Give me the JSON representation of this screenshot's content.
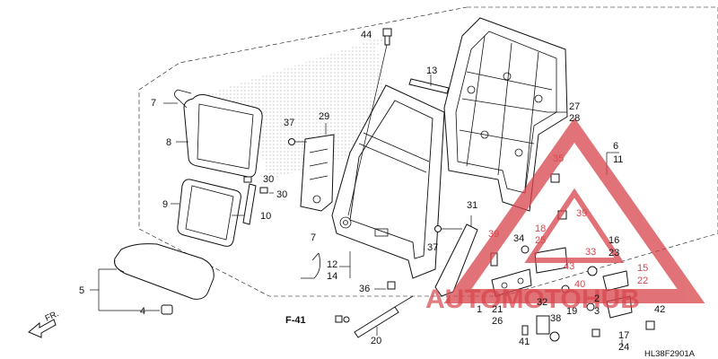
{
  "diagram": {
    "ref_label": "F-41",
    "direction_label": "FR.",
    "drawing_code": "HL38F2901A",
    "watermark_text": "AUTOMOTOHUB",
    "watermark_color": "#d8454b",
    "callouts": [
      {
        "id": "c44",
        "text": "44"
      },
      {
        "id": "c13",
        "text": "13"
      },
      {
        "id": "c7a",
        "text": "7"
      },
      {
        "id": "c8",
        "text": "8"
      },
      {
        "id": "c37a",
        "text": "37"
      },
      {
        "id": "c29",
        "text": "29"
      },
      {
        "id": "c27",
        "text": "27"
      },
      {
        "id": "c28",
        "text": "28"
      },
      {
        "id": "c6",
        "text": "6"
      },
      {
        "id": "c11",
        "text": "11"
      },
      {
        "id": "c35",
        "text": "35"
      },
      {
        "id": "c30a",
        "text": "30"
      },
      {
        "id": "c30b",
        "text": "30"
      },
      {
        "id": "c9",
        "text": "9"
      },
      {
        "id": "c10",
        "text": "10"
      },
      {
        "id": "c31",
        "text": "31"
      },
      {
        "id": "c39a",
        "text": "39"
      },
      {
        "id": "c39b",
        "text": "39"
      },
      {
        "id": "c37b",
        "text": "37"
      },
      {
        "id": "c7b",
        "text": "7"
      },
      {
        "id": "c34",
        "text": "34"
      },
      {
        "id": "c18",
        "text": "18"
      },
      {
        "id": "c25",
        "text": "25"
      },
      {
        "id": "c16",
        "text": "16"
      },
      {
        "id": "c23",
        "text": "23"
      },
      {
        "id": "c33",
        "text": "33"
      },
      {
        "id": "c12",
        "text": "12"
      },
      {
        "id": "c14",
        "text": "14"
      },
      {
        "id": "c43",
        "text": "43"
      },
      {
        "id": "c15",
        "text": "15"
      },
      {
        "id": "c22",
        "text": "22"
      },
      {
        "id": "c5",
        "text": "5"
      },
      {
        "id": "c40",
        "text": "40"
      },
      {
        "id": "c36",
        "text": "36"
      },
      {
        "id": "c1",
        "text": "1"
      },
      {
        "id": "c21",
        "text": "21"
      },
      {
        "id": "c26",
        "text": "26"
      },
      {
        "id": "c32",
        "text": "32"
      },
      {
        "id": "c19",
        "text": "19"
      },
      {
        "id": "c2",
        "text": "2"
      },
      {
        "id": "c3",
        "text": "3"
      },
      {
        "id": "c42",
        "text": "42"
      },
      {
        "id": "c4",
        "text": "4"
      },
      {
        "id": "c38",
        "text": "38"
      },
      {
        "id": "c41",
        "text": "41"
      },
      {
        "id": "c20",
        "text": "20"
      },
      {
        "id": "c17",
        "text": "17"
      },
      {
        "id": "c24",
        "text": "24"
      }
    ]
  }
}
